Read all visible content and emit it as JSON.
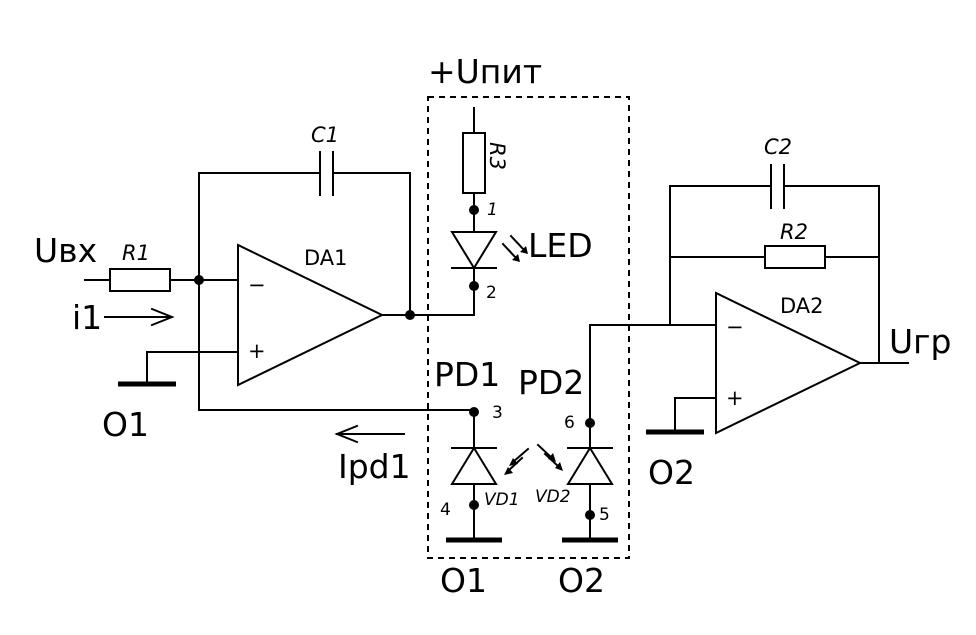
{
  "labels": {
    "supply": "+Uпит",
    "uin": "Uвх",
    "i1": "i1",
    "ipd1": "Ipd1",
    "ugr": "Uгр",
    "gnd_o1_left": "O1",
    "gnd_o2_right": "O2",
    "gnd_o1_bottom": "O1",
    "gnd_o2_bottom": "O2",
    "pd1": "PD1",
    "pd2": "PD2",
    "led": "LED"
  },
  "components": {
    "r1": "R1",
    "r2": "R2",
    "r3": "R3",
    "c1": "C1",
    "c2": "C2",
    "da1": "DA1",
    "da2": "DA2",
    "vd1": "VD1",
    "vd2": "VD2"
  },
  "pins": {
    "p1": "1",
    "p2": "2",
    "p3": "3",
    "p4": "4",
    "p5": "5",
    "p6": "6"
  },
  "opamp_signs": {
    "minus": "−",
    "plus": "+"
  }
}
